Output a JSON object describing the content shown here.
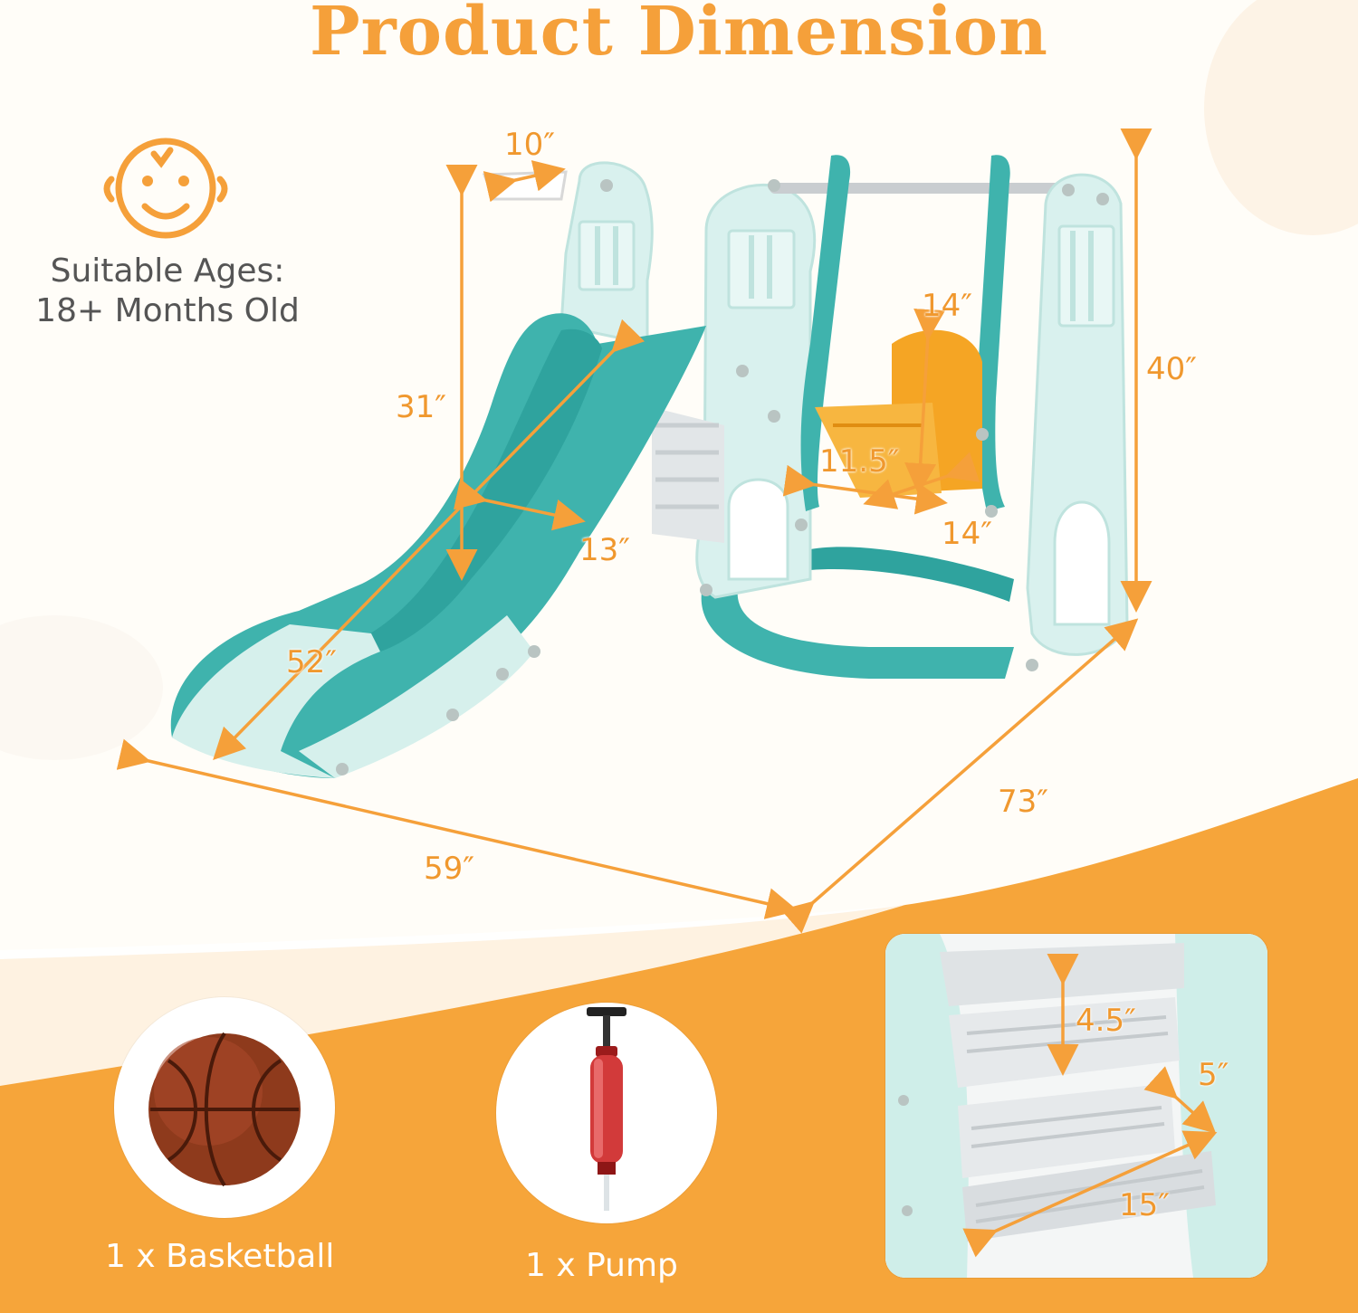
{
  "title": "Product Dimension",
  "ages": {
    "line1": "Suitable Ages:",
    "line2": "18+ Months Old",
    "icon": "baby-face-icon"
  },
  "dimensions": {
    "basket_width": "10″",
    "slide_height": "31″",
    "slide_length": "52″",
    "slide_width": "13″",
    "seat_height": "14″",
    "seat_width": "11.5″",
    "seat_depth": "14″",
    "total_height": "40″",
    "total_depth": "73″",
    "total_width": "59″"
  },
  "accessories": [
    {
      "label": "1 x Basketball",
      "icon": "basketball-icon"
    },
    {
      "label": "1 x Pump",
      "icon": "pump-icon"
    }
  ],
  "steps": {
    "step_height": "4.5″",
    "step_depth": "5″",
    "step_width": "15″"
  },
  "colors": {
    "accent": "#f5a03a",
    "teal": "#3fb3ad",
    "mint": "#d6f0ec",
    "seat": "#f5a524"
  }
}
